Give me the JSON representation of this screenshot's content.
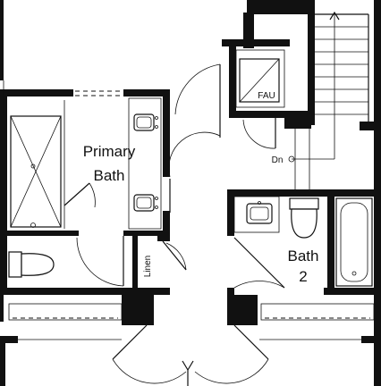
{
  "rooms": {
    "primary_bath_line1": "Primary",
    "primary_bath_line2": "Bath",
    "bath2_line1": "Bath",
    "bath2_line2": "2",
    "linen": "Linen",
    "fau": "FAU",
    "stair_down": "Dn"
  },
  "colors": {
    "wall": "#111111",
    "background": "#ffffff"
  }
}
